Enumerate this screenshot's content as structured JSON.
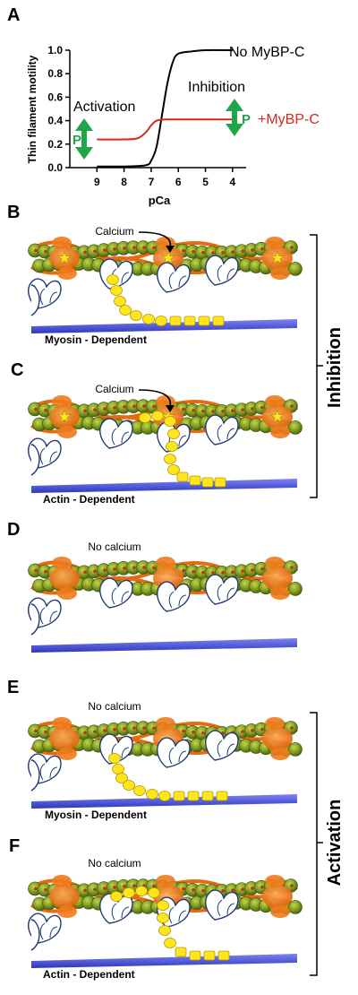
{
  "panels": {
    "A": "A",
    "B": "B",
    "C": "C",
    "D": "D",
    "E": "E",
    "F": "F"
  },
  "graph": {
    "ylabel": "Thin filament motility",
    "xlabel": "pCa",
    "yticks": [
      "0.0",
      "0.2",
      "0.4",
      "0.6",
      "0.8",
      "1.0"
    ],
    "xticks": [
      "9",
      "8",
      "7",
      "6",
      "5",
      "4"
    ],
    "phospho_label": "P",
    "label_activation": "Activation",
    "label_inhibition": "Inhibition",
    "label_no_mybpc": "No MyBP-C",
    "label_plus_mybpc": "+MyBP-C",
    "colors": {
      "no_mybpc": "#000000",
      "plus_mybpc": "#d32a22",
      "arrow": "#1fa64a"
    }
  },
  "chart_data": {
    "type": "line",
    "xlabel": "pCa",
    "ylabel": "Thin filament motility",
    "xlim": [
      10,
      3.5
    ],
    "ylim": [
      0,
      1.0
    ],
    "series": [
      {
        "name": "No MyBP-C",
        "x": [
          9,
          8,
          7.2,
          7,
          6.8,
          6.6,
          6.4,
          6.2,
          6,
          5.5,
          5,
          4
        ],
        "y": [
          0.01,
          0.01,
          0.02,
          0.06,
          0.18,
          0.45,
          0.72,
          0.9,
          0.97,
          0.99,
          1.0,
          1.0
        ]
      },
      {
        "name": "+MyBP-C",
        "x": [
          9,
          8,
          7.5,
          7.2,
          7,
          6.8,
          6.5,
          6,
          5,
          4
        ],
        "y": [
          0.24,
          0.24,
          0.25,
          0.3,
          0.36,
          0.4,
          0.41,
          0.41,
          0.41,
          0.41
        ]
      }
    ]
  },
  "diagram": {
    "calcium": "Calcium",
    "no_calcium": "No calcium",
    "myosin_dependent": "Myosin - Dependent",
    "actin_dependent": "Actin - Dependent",
    "bracket_inhibition": "Inhibition",
    "bracket_activation": "Activation",
    "colors": {
      "actin": "#6b8a1c",
      "actin_light": "#a9c43a",
      "tropomyosin": "#e86a10",
      "troponin": "#f07a1c",
      "myosin_thick": "#4a52d6",
      "mybpc": "#ffe51c",
      "star": "#ffe51c"
    }
  }
}
